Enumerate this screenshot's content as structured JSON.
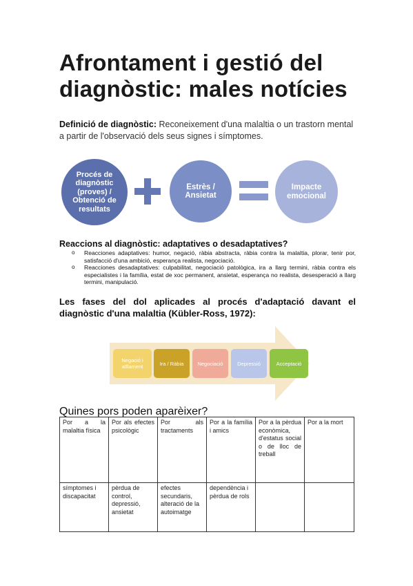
{
  "title": "Afrontament i gestió del diagnòstic: males notícies",
  "definition": {
    "label": "Definició de diagnòstic:",
    "text": "Reconeixement d'una malaltia o un trastorn mental a partir de l'observació dels seus signes i símptomes."
  },
  "equation": {
    "circle1": "Procés de diagnòstic (proves) / Obtenció de resultats",
    "circle2": "Estrès / Ansietat",
    "circle3": "Impacte emocional",
    "colors": {
      "circle1": "#5b6fac",
      "circle2": "#7b8ec5",
      "circle3": "#a7b3db",
      "operator": "#6677b5"
    }
  },
  "reactions": {
    "heading": "Reaccions al diagnòstic: adaptatives o desadaptatives?",
    "items": [
      "Reacciones adaptatives: humor, negació, ràbia abstracta, ràbia contra la malaltia, plorar, tenir por, satisfacció d'una ambició, esperança realista, negociació.",
      "Reacciones desadaptatives: culpabilitat, negociació patològica, ira a llarg termini, ràbia contra els especialistes i la família, estat de xoc permanent, ansietat, esperança no realista, desesperació a llarg termini, manipulació."
    ]
  },
  "phases": {
    "heading": "Les fases del dol aplicades al procés d'adaptació davant el diagnòstic d'una malaltia (Kübler-Ross, 1972):",
    "stages": [
      {
        "label": "Negació i aïllament",
        "color": "#f3d36c"
      },
      {
        "label": "Ira / Ràbia",
        "color": "#c9a227"
      },
      {
        "label": "Negociació",
        "color": "#f0aa9a"
      },
      {
        "label": "Depressió",
        "color": "#b9c6ea"
      },
      {
        "label": "Acceptació",
        "color": "#8fc543"
      }
    ],
    "arrow_color": "#f6e7c8"
  },
  "fears": {
    "heading": "Quines pors poden aparèixer?",
    "headers": [
      "Por a la malaltia física",
      "Por als efectes psicològic",
      "Por als tractaments",
      "Por a la família i amics",
      "Por a la pèrdua econòmica, d'estatus social o de lloc de treball",
      "Por a la mort"
    ],
    "row": [
      "símptomes i discapacitat",
      "pèrdua de control, depressió, ansietat",
      "efectes secundaris, alteració de la autoimatge",
      "dependència i pèrdua de rols",
      "",
      ""
    ]
  }
}
